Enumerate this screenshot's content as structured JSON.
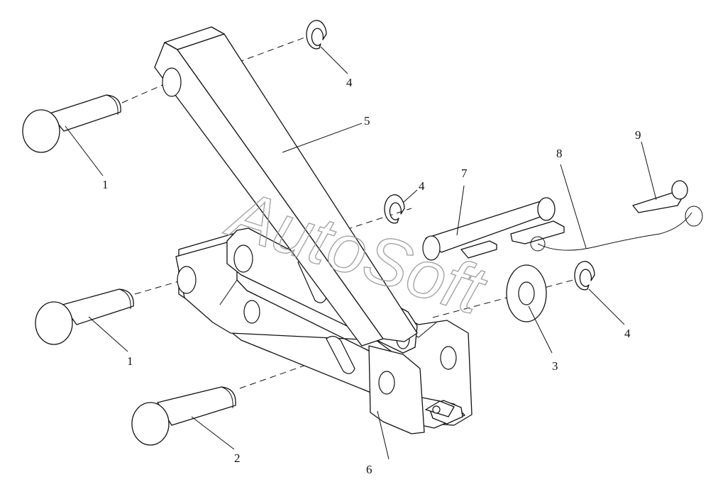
{
  "watermark": {
    "text": "AutoSoft"
  },
  "callouts": {
    "c1a": "1",
    "c1b": "1",
    "c2": "2",
    "c3": "3",
    "c4a": "4",
    "c4b": "4",
    "c4c": "4",
    "c5": "5",
    "c6": "6",
    "c7": "7",
    "c8": "8",
    "c9": "9"
  }
}
